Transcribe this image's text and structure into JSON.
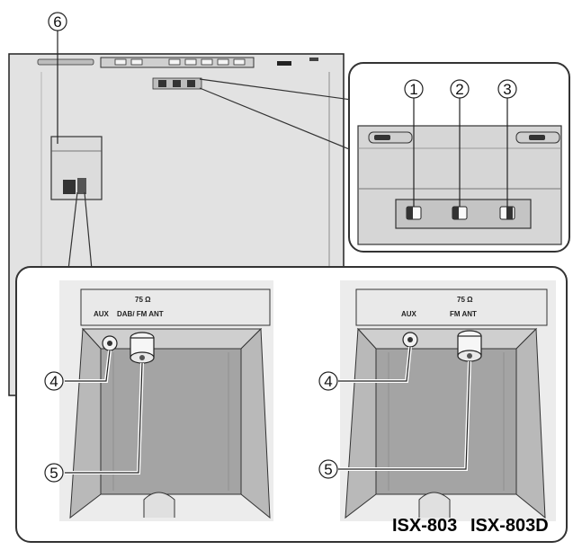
{
  "callouts": {
    "c1": "1",
    "c2": "2",
    "c3": "3",
    "c4_left": "4",
    "c5_left": "5",
    "c4_right": "4",
    "c5_right": "5",
    "c6": "6"
  },
  "left_panel": {
    "ohm": "75 Ω",
    "aux_label": "AUX",
    "ant_label": "DAB/ FM ANT"
  },
  "right_panel": {
    "ohm": "75 Ω",
    "aux_label": "AUX",
    "ant_label": "FM ANT"
  },
  "models": {
    "left": "ISX-803",
    "right": "ISX-803D"
  }
}
